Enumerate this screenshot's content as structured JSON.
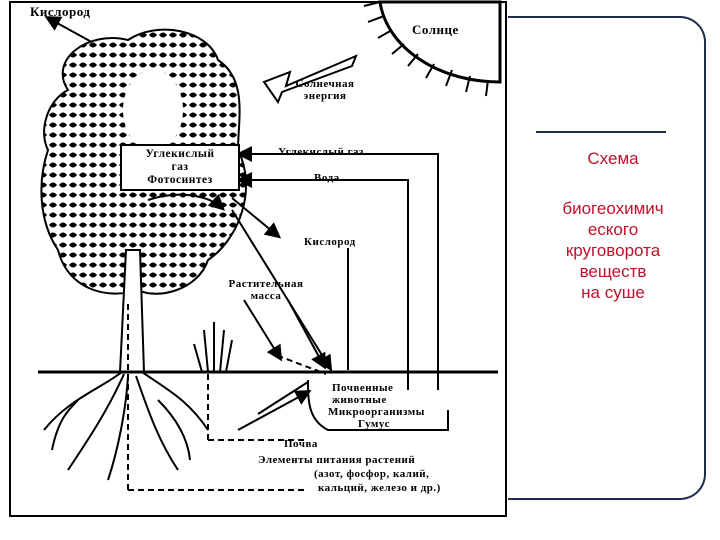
{
  "diagram": {
    "labels": {
      "oxygen_top": "Кислород",
      "sun": "Солнце",
      "solar_energy_1": "Солнечная",
      "solar_energy_2": "энергия",
      "box_line1": "Углекислый",
      "box_line2": "газ",
      "box_line3": "Фотосинтез",
      "co2": "Углекислый газ",
      "water": "Вода",
      "oxygen_mid": "Кислород",
      "plant_mass_1": "Растительная",
      "plant_mass_2": "масса",
      "soil_animals_1": "Почвенные",
      "soil_animals_2": "животные",
      "microorganisms": "Микроорганизмы",
      "humus": "Гумус",
      "soil": "Почва",
      "nutrients": "Элементы питания растений",
      "nutrients_list_1": "(азот, фосфор, калий,",
      "nutrients_list_2": "кальций, железо и др.)"
    }
  },
  "side": {
    "title": "Схема",
    "body_lines": [
      "биогеохимич",
      "еского",
      "круговорота",
      "веществ",
      "на суше"
    ]
  },
  "colors": {
    "title_text": "#c0102a",
    "card_border": "#1f2d4d",
    "diagram_ink": "#000000"
  }
}
